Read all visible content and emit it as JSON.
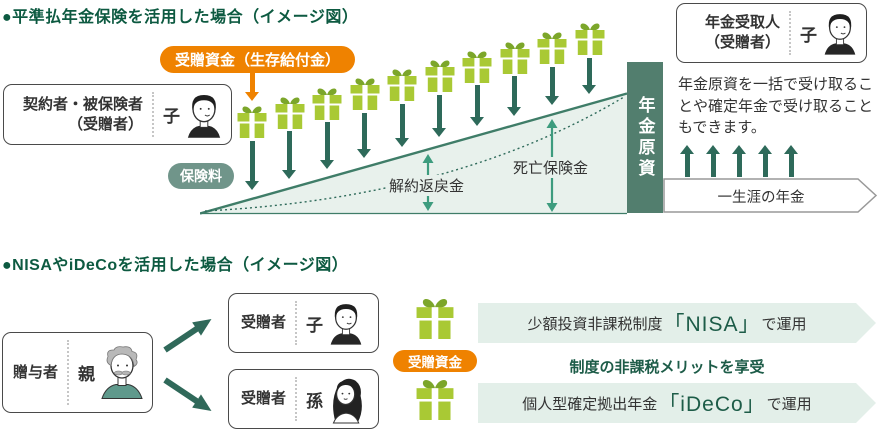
{
  "colors": {
    "title_green": "#0d5a41",
    "accent_orange": "#ef8200",
    "sage_badge": "#70958a",
    "gift_body": "#a9c934",
    "gift_bow": "#7ca62a",
    "arrow_dark_green": "#2e6a5a",
    "slope_fill": "#e8f1ec",
    "slope_stroke": "#3f7d68",
    "teal_arrow": "#3d9c7e",
    "fund_bar_green": "#527e6e",
    "banner_light_green": "#e3efe9",
    "deep_green_text": "#1d5c48",
    "box_border": "#4a4a4a"
  },
  "section1": {
    "title": "●平準払年金保険を活用した場合（イメージ図）",
    "contractor_box": {
      "line1": "契約者・被保険者",
      "line2": "（受贈者）",
      "person": "子"
    },
    "gift_badge": "受贈資金（生存給付金）",
    "premium_badge": "保険料",
    "surrender_label": "解約返戻金",
    "death_label": "死亡保険金",
    "fund_bar": "年金原資",
    "recipient_box": {
      "line1": "年金受取人",
      "line2": "（受贈者）",
      "person": "子"
    },
    "note": "年金原資を一括で受け取ることや確定年金で受け取ることもできます。",
    "lifetime_banner": "一生涯の年金",
    "gift_count": 10,
    "up_arrow_count": 5
  },
  "section2": {
    "title": "●NISAやiDeCoを活用した場合（イメージ図）",
    "donor_box": {
      "label": "贈与者",
      "person": "親"
    },
    "recipient_child_box": {
      "label": "受贈者",
      "person": "子"
    },
    "recipient_grandchild_box": {
      "label": "受贈者",
      "person": "孫"
    },
    "gift_badge": "受贈資金",
    "nisa_banner": {
      "prefix": "少額投資非課税制度",
      "name": "「NISA」",
      "suffix": "で運用"
    },
    "merit_text": "制度の非課税メリットを享受",
    "ideco_banner": {
      "prefix": "個人型確定拠出年金",
      "name": "「iDeCo」",
      "suffix": "で運用"
    }
  }
}
